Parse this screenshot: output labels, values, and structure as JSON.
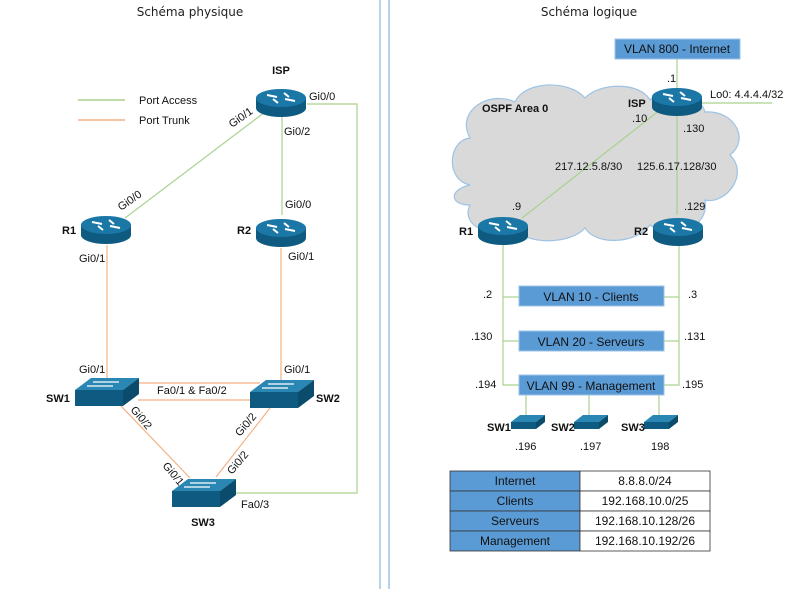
{
  "physical": {
    "title": "Schéma physique",
    "legend": {
      "access": {
        "label": "Port Access",
        "color": "#a9d18e"
      },
      "trunk": {
        "label": "Port Trunk",
        "color": "#f4b183"
      }
    },
    "devices": {
      "isp": "ISP",
      "r1": "R1",
      "r2": "R2",
      "sw1": "SW1",
      "sw2": "SW2",
      "sw3": "SW3"
    },
    "ports": {
      "isp_gi00": "Gi0/0",
      "isp_gi01": "Gi0/1",
      "isp_gi02": "Gi0/2",
      "r1_gi00": "Gi0/0",
      "r1_gi01": "Gi0/1",
      "r2_gi00": "Gi0/0",
      "r2_gi01": "Gi0/1",
      "sw1_gi01": "Gi0/1",
      "sw2_gi01": "Gi0/1",
      "sw1_sw2": "Fa0/1 & Fa0/2",
      "sw1_gi02": "Gi0/2",
      "sw2_gi02": "Gi0/2",
      "sw3_gi01": "Gi0/1",
      "sw3_gi02": "Gi0/2",
      "sw3_fa03": "Fa0/3"
    }
  },
  "logical": {
    "title": "Schéma logique",
    "area": "OSPF Area 0",
    "devices": {
      "isp": "ISP",
      "r1": "R1",
      "r2": "R2",
      "sw1": "SW1",
      "sw2": "SW2",
      "sw3": "SW3"
    },
    "vlans": {
      "internet": "VLAN 800 - Internet",
      "clients": "VLAN 10 - Clients",
      "serveurs": "VLAN 20 - Serveurs",
      "management": "VLAN 99 - Management"
    },
    "addresses": {
      "isp_internet": ".1",
      "isp_loopback": "Lo0: 4.4.4.4/32",
      "isp_r1": ".10",
      "isp_r2": ".130",
      "net_r1": "217.12.5.8/30",
      "net_r2": "125.6.17.128/30",
      "r1_isp": ".9",
      "r2_isp": ".129",
      "r1_clients": ".2",
      "r2_clients": ".3",
      "r1_serveurs": ".130",
      "r2_serveurs": ".131",
      "r1_mgmt": ".194",
      "r2_mgmt": ".195",
      "sw1_mgmt": ".196",
      "sw2_mgmt": ".197",
      "sw3_mgmt": "198"
    },
    "table": [
      {
        "name": "Internet",
        "network": "8.8.8.0/24"
      },
      {
        "name": "Clients",
        "network": "192.168.10.0/25"
      },
      {
        "name": "Serveurs",
        "network": "192.168.10.128/26"
      },
      {
        "name": "Management",
        "network": "192.168.10.192/26"
      }
    ]
  },
  "colors": {
    "device_blue": "#136a95",
    "vlan_box": "#5b9bd5",
    "cloud_fill": "#d9d9d9",
    "cloud_stroke": "#9dc3e6",
    "divider": "#9dc3e6"
  }
}
